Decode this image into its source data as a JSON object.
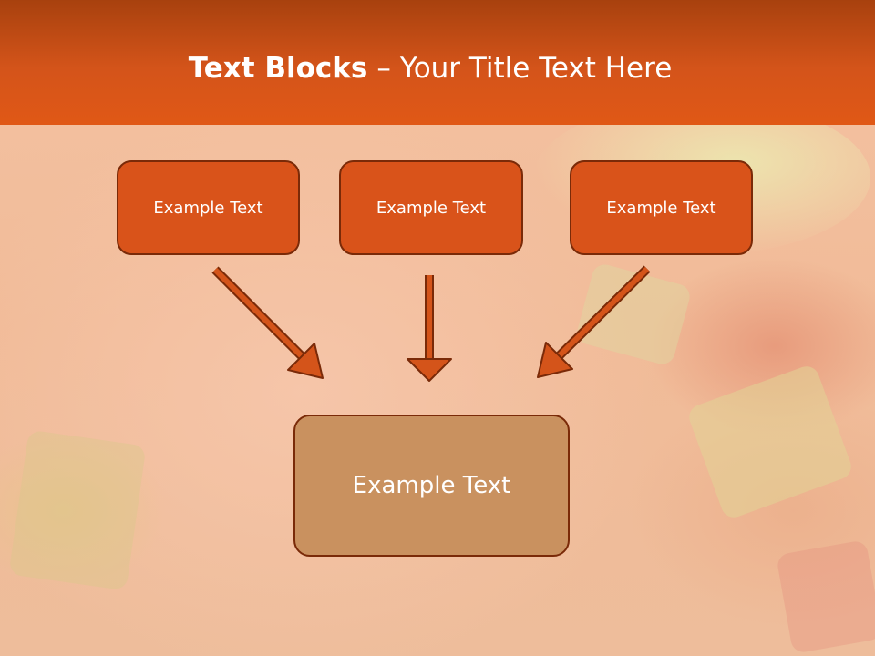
{
  "slide": {
    "title_bold": "Text Blocks",
    "title_sep": "–",
    "title_rest": "Your Title Text Here"
  },
  "boxes": {
    "top_left": "Example Text",
    "top_center": "Example Text",
    "top_right": "Example Text",
    "bottom": "Example Text"
  },
  "colors": {
    "header": "#d4541a",
    "box_fill": "#d9531a",
    "box_border": "#7a2a08",
    "bottom_box_fill": "#c9915f",
    "arrow": "#d4541a"
  },
  "icons": [
    "arrow-down-right-icon",
    "arrow-down-icon",
    "arrow-down-left-icon"
  ]
}
